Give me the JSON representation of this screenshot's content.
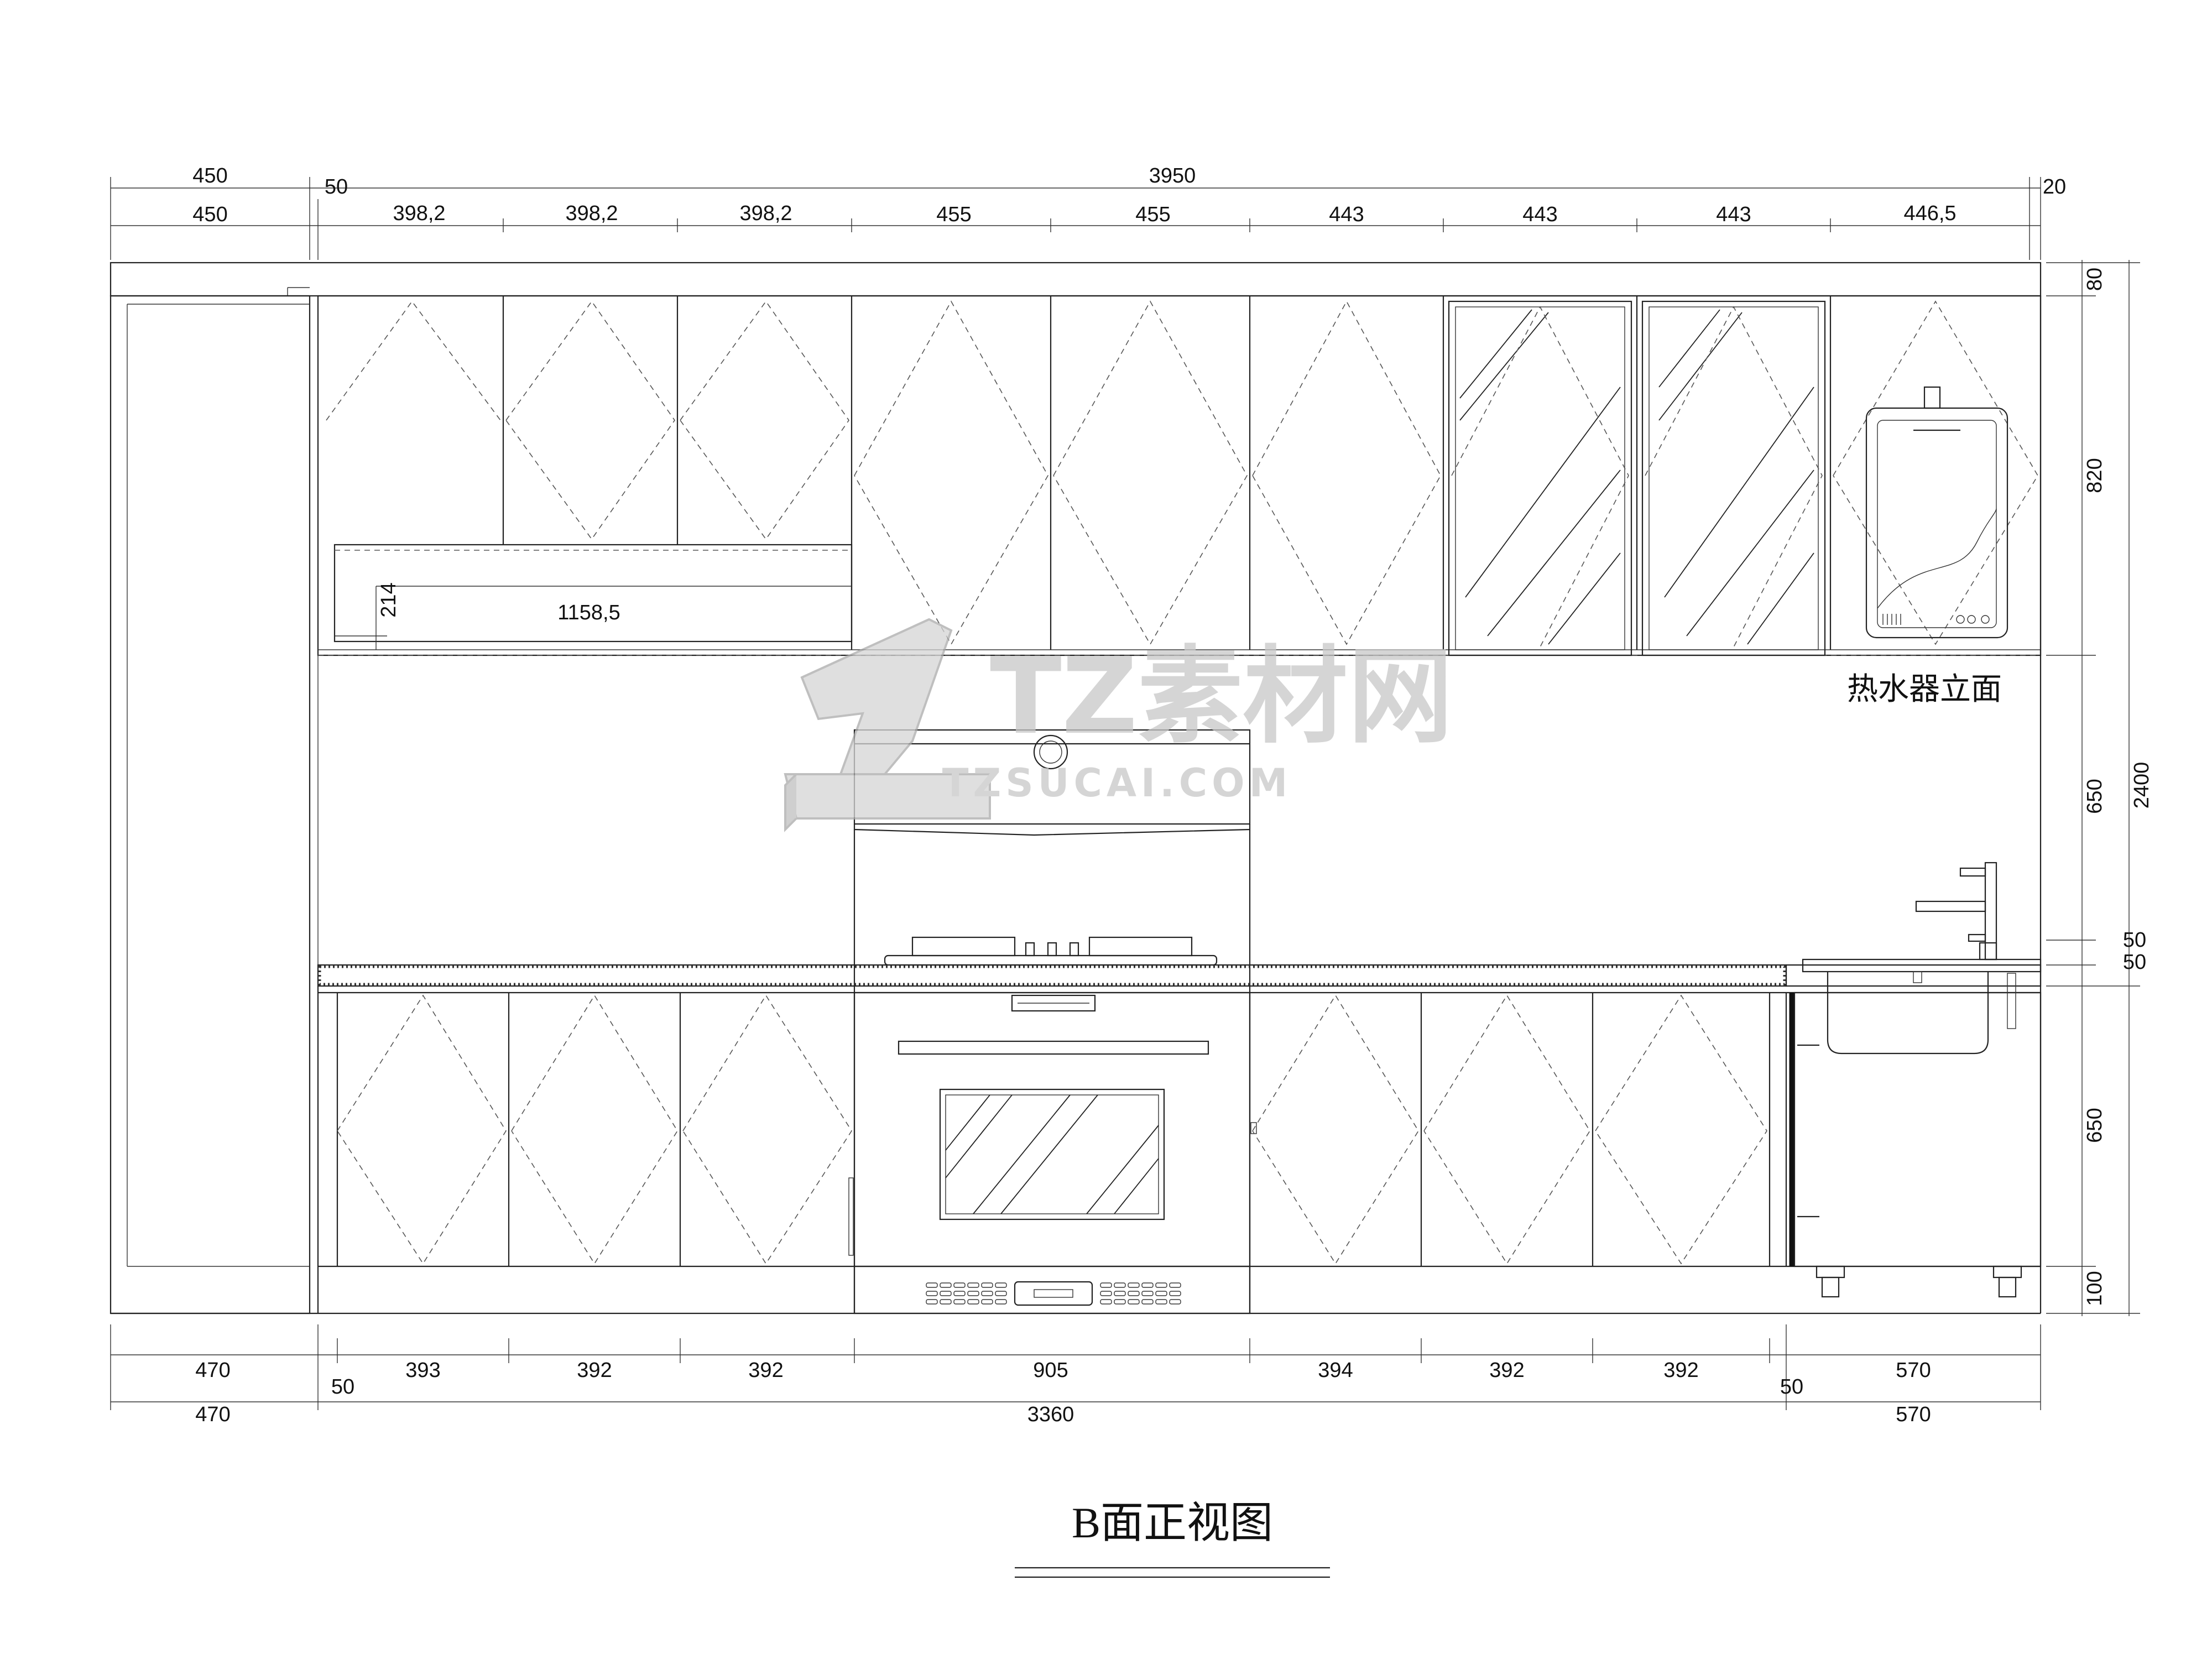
{
  "top_dims": {
    "row1_left": "450",
    "row1_gap": "50",
    "row1_total": "3950",
    "row1_right": "20",
    "row2_left": "450",
    "segments": [
      "398,2",
      "398,2",
      "398,2",
      "455",
      "455",
      "443",
      "443",
      "443",
      "446,5"
    ]
  },
  "right_dims": {
    "top": "80",
    "wall_cab": "820",
    "gap": "650",
    "total": "2400",
    "counter1": "50",
    "counter2": "50",
    "base": "650",
    "kick": "100"
  },
  "bottom_dims": {
    "row1_left": "470",
    "row1_segments": [
      "393",
      "392",
      "392",
      "905",
      "394",
      "392",
      "392"
    ],
    "row1_right": "570",
    "gap_left": "50",
    "gap_right": "50",
    "row2_left": "470",
    "row2_total": "3360",
    "row2_right": "570"
  },
  "niche": {
    "height": "214",
    "width": "1158,5"
  },
  "heater_label": "热水器立面",
  "title": "B面正视图",
  "watermark": {
    "brand": "TZ素材网",
    "url": "TZSUCAI.COM"
  }
}
